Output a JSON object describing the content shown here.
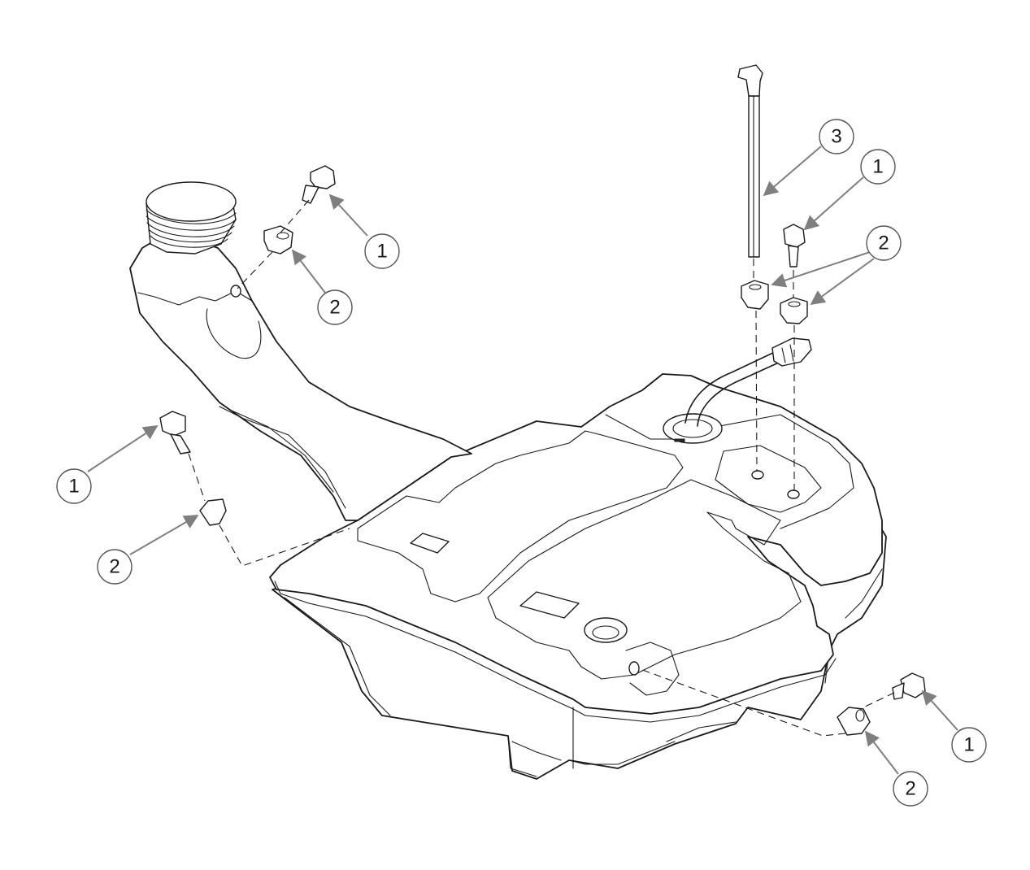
{
  "callouts": [
    {
      "id": "c-filler-bolt",
      "label": "1"
    },
    {
      "id": "c-filler-grommet",
      "label": "2"
    },
    {
      "id": "c-gauge-rod",
      "label": "3"
    },
    {
      "id": "c-top-bolt",
      "label": "1"
    },
    {
      "id": "c-top-grommets",
      "label": "2"
    },
    {
      "id": "c-left-bolt",
      "label": "1"
    },
    {
      "id": "c-left-grommet",
      "label": "2"
    },
    {
      "id": "c-right-bolt",
      "label": "1"
    },
    {
      "id": "c-right-grommet",
      "label": "2"
    }
  ],
  "colors": {
    "line": "#1a1a1a",
    "leader": "#7f7f7f",
    "balloon_stroke": "#555555",
    "background": "#ffffff"
  }
}
